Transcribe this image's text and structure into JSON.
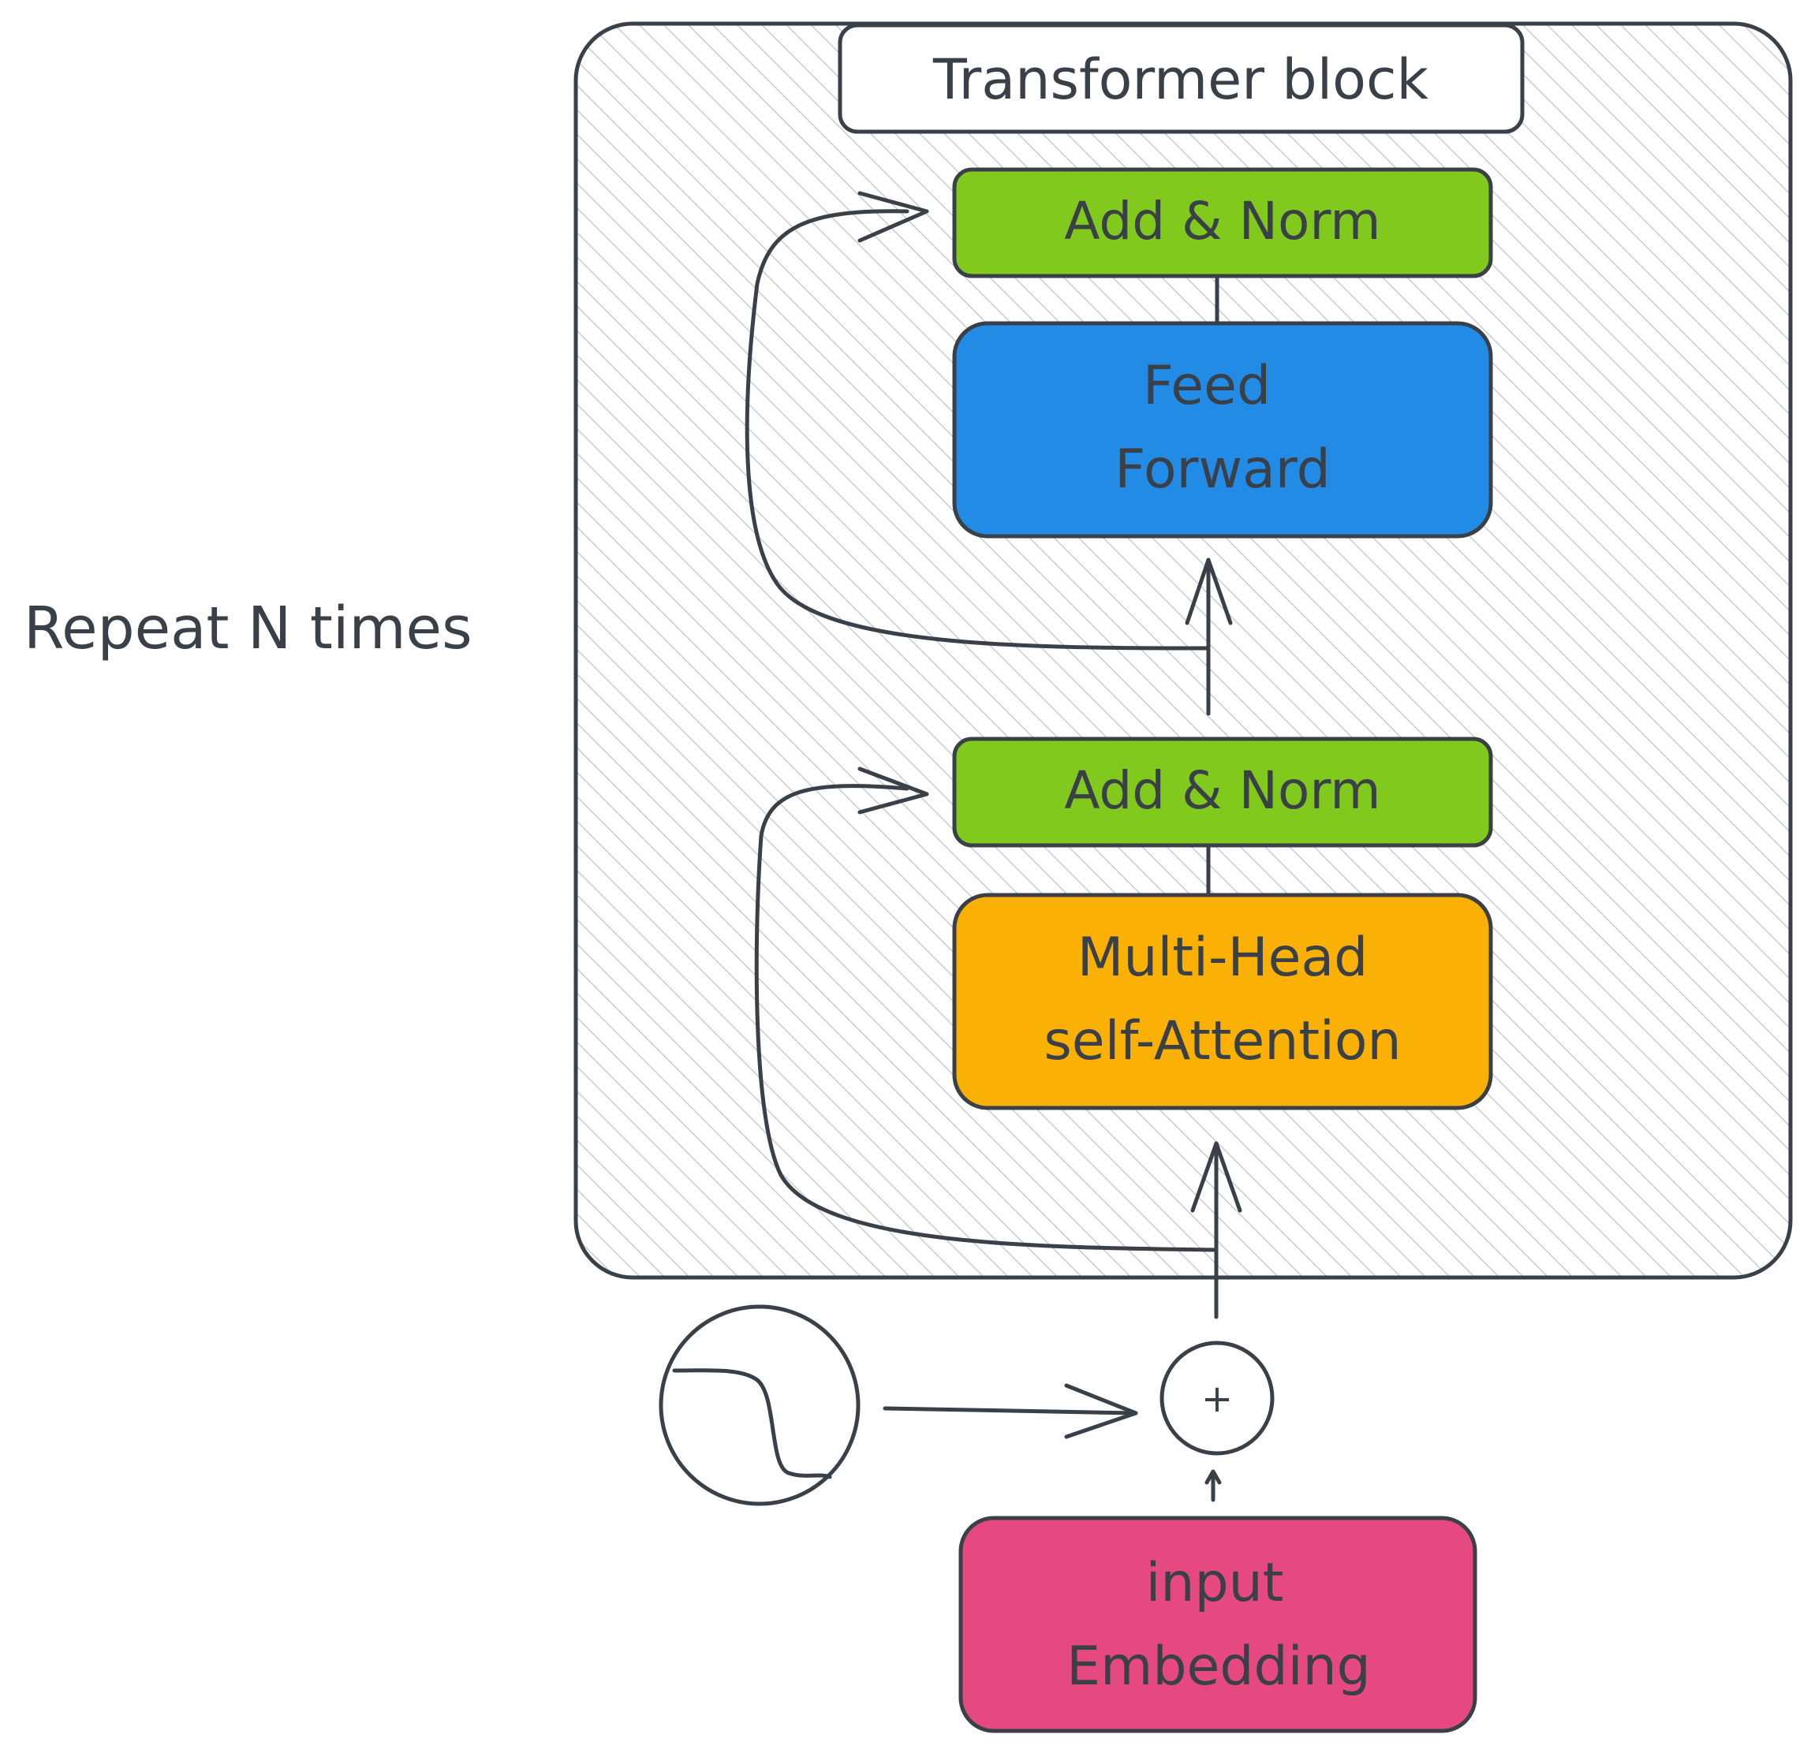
{
  "side_label": "Repeat N times",
  "block": {
    "title": "Transformer block",
    "add_norm_top": "Add & Norm",
    "feed_forward": [
      "Feed",
      "Forward"
    ],
    "add_norm_bottom": "Add & Norm",
    "attention": [
      "Multi-Head",
      "self-Attention"
    ]
  },
  "input_embedding": [
    "input",
    "Embedding"
  ],
  "sum_symbol": "+",
  "colors": {
    "add_norm": "#82c91e",
    "feed_forward": "#228be6",
    "attention": "#fab005",
    "embedding": "#e64980",
    "outline": "#3a4048",
    "hatch": "#c9ccd1"
  }
}
